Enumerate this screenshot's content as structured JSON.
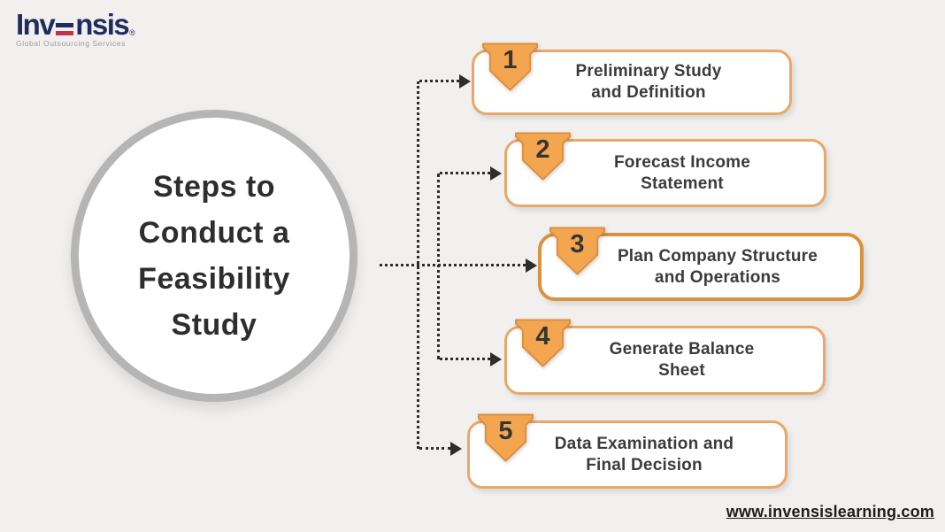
{
  "page": {
    "background_color": "#f1f0ee",
    "footer_url": "www.invensislearning.com"
  },
  "logo": {
    "part1": "Inv",
    "part2": "nsis",
    "registered": "®",
    "tagline": "Global Outsourcing Services",
    "navy_color": "#1f2c5c",
    "red_color": "#c23349"
  },
  "title": {
    "full": "Steps to Conduct a Feasibility Study",
    "line1": "Steps to",
    "line2": "Conduct a",
    "line3": "Feasibility",
    "line4": "Study"
  },
  "steps": [
    {
      "number": "1",
      "line1": "Preliminary Study",
      "line2": "and Definition"
    },
    {
      "number": "2",
      "line1": "Forecast Income",
      "line2": "Statement"
    },
    {
      "number": "3",
      "line1": "Plan Company Structure",
      "line2": "and Operations"
    },
    {
      "number": "4",
      "line1": "Generate Balance",
      "line2": "Sheet"
    },
    {
      "number": "5",
      "line1": "Data Examination and",
      "line2": "Final Decision"
    }
  ],
  "colors": {
    "badge_fill": "#f3a54f",
    "badge_stroke": "#de8e3c",
    "box_border": "#eaa768",
    "box_border_main": "#d9923f",
    "connector": "#2d2d2d",
    "circle_border": "#b5b5b5",
    "circle_fill": "#ffffff",
    "text_dark": "#3b3b3b"
  }
}
